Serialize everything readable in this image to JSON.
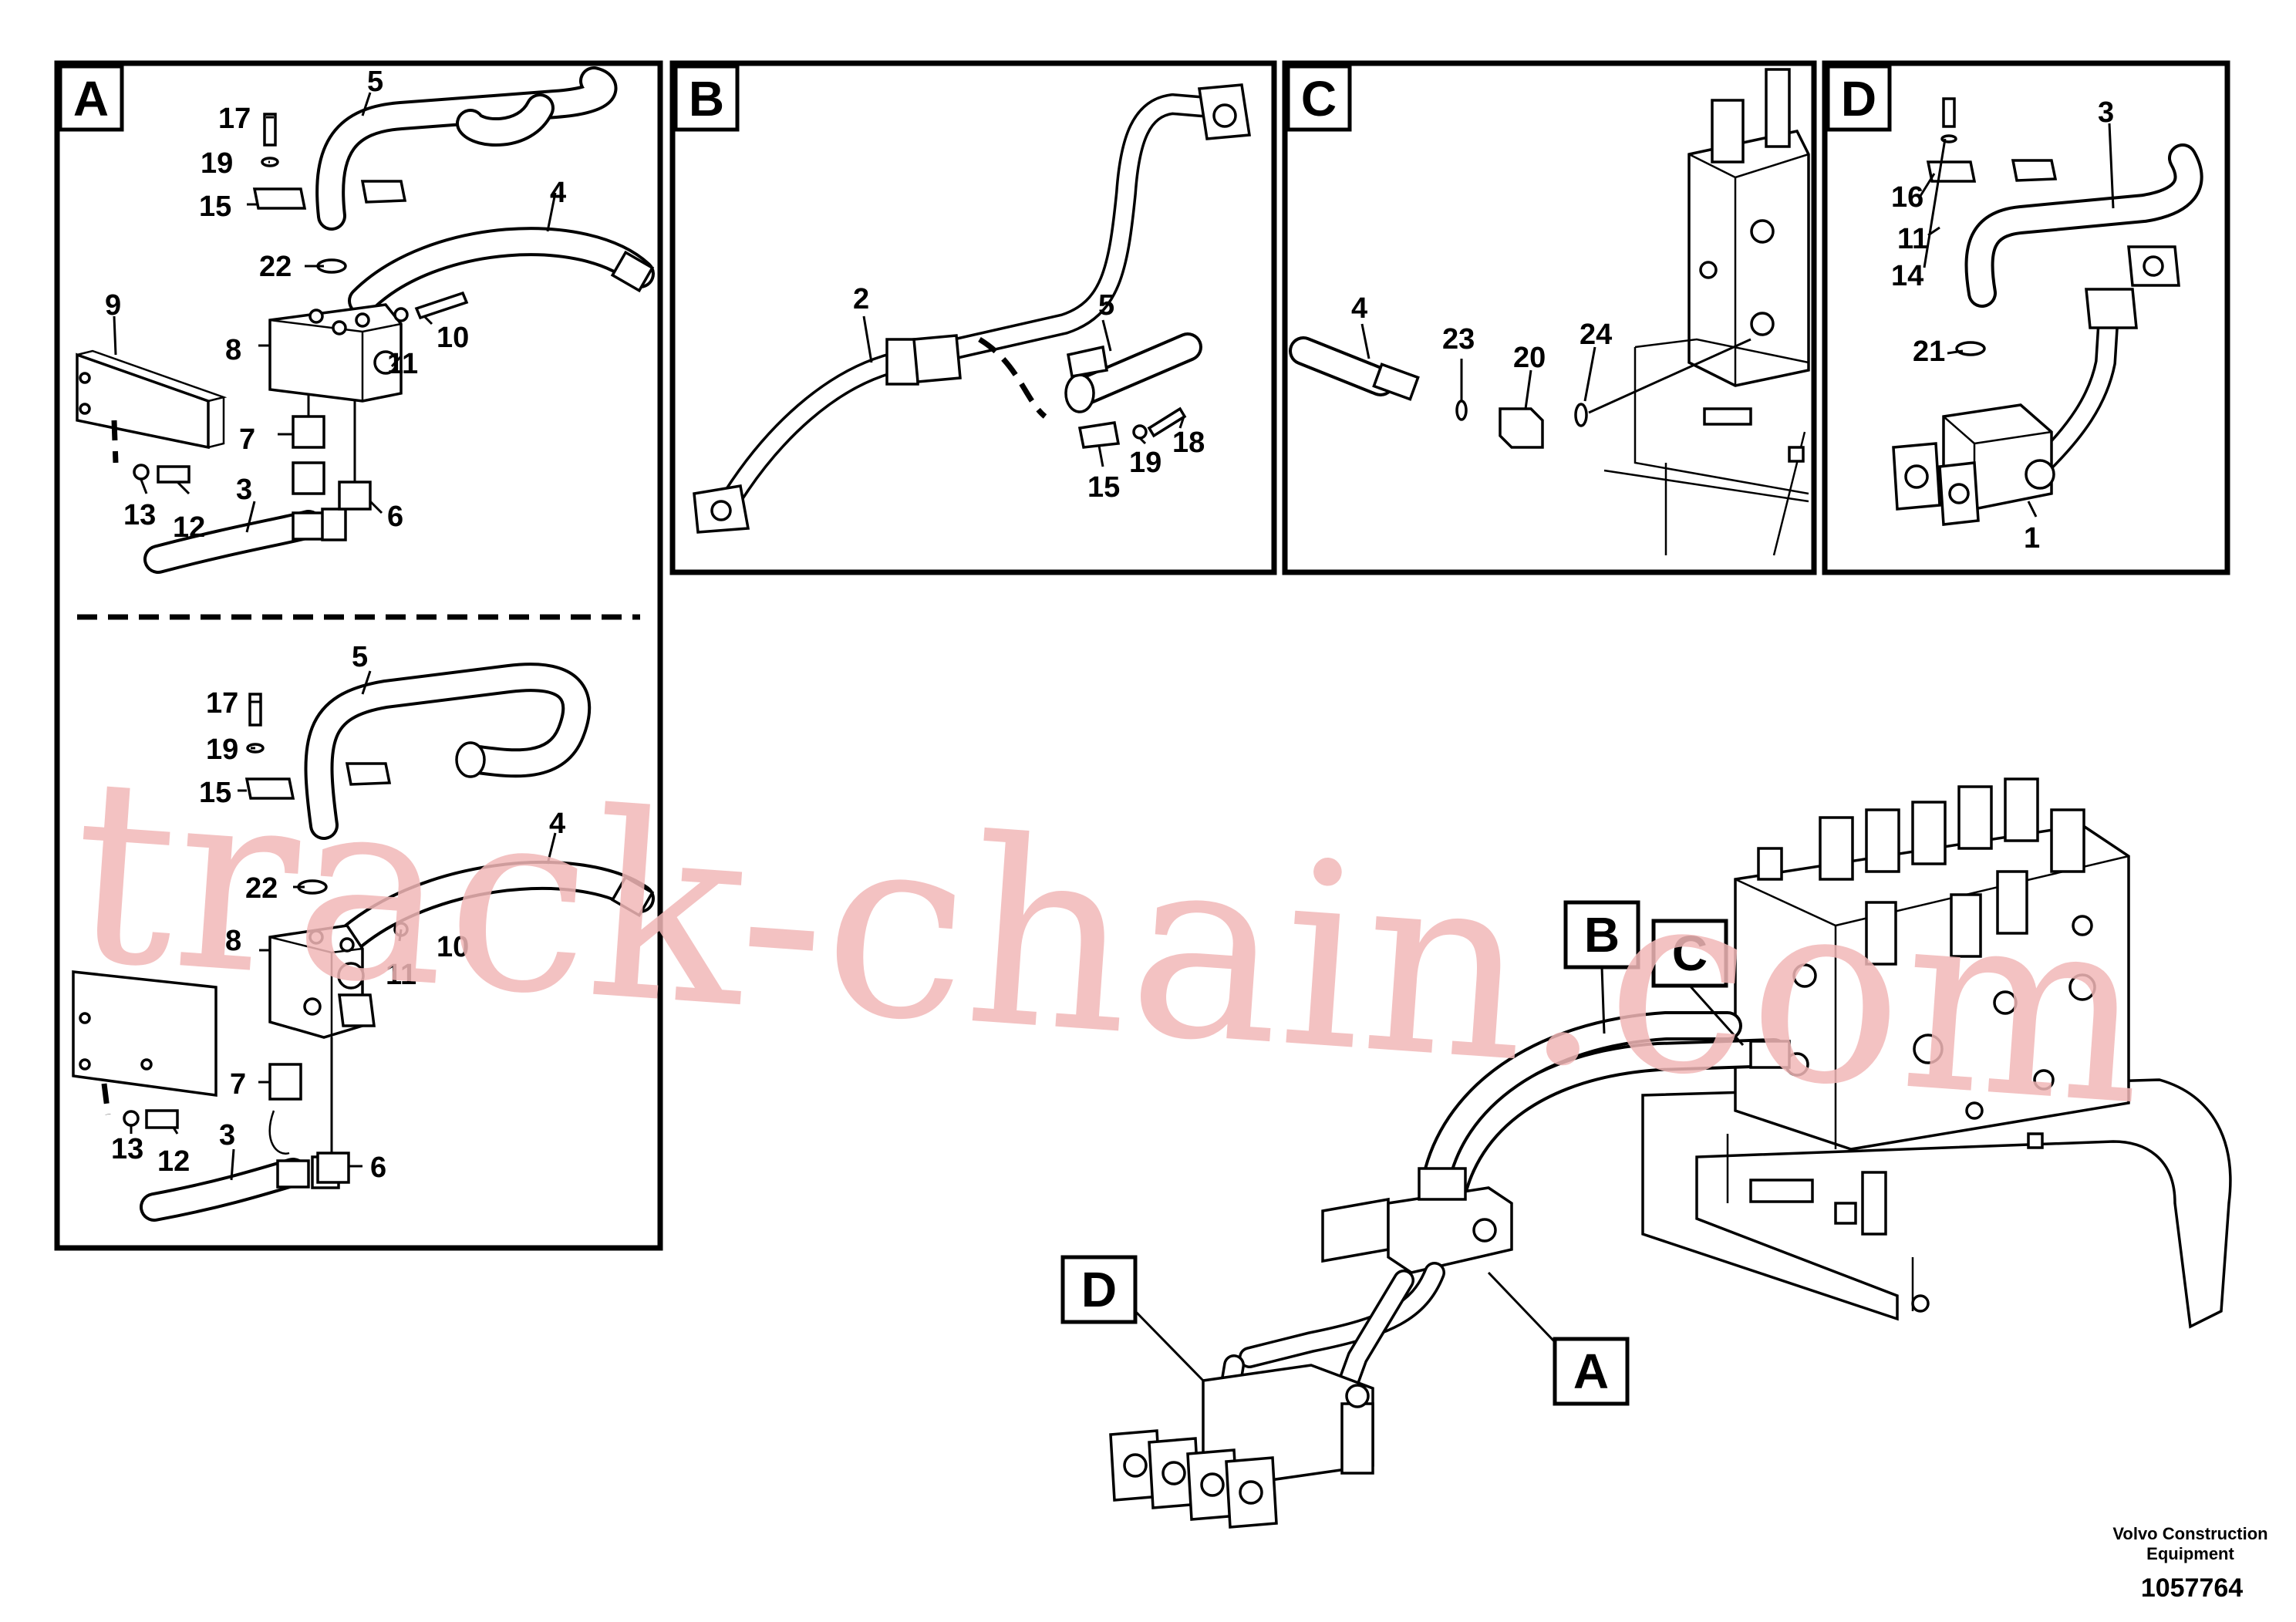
{
  "panels": {
    "A": {
      "tag": "A",
      "callouts_top": [
        "17",
        "19",
        "15",
        "5",
        "22",
        "4",
        "9",
        "8",
        "11",
        "10",
        "7",
        "3",
        "13",
        "12",
        "6"
      ],
      "callouts_bottom": [
        "5",
        "17",
        "19",
        "15",
        "4",
        "22",
        "8",
        "11",
        "10",
        "7",
        "3",
        "13",
        "12",
        "6"
      ]
    },
    "B": {
      "tag": "B",
      "callouts": [
        "2",
        "5",
        "18",
        "19",
        "15"
      ]
    },
    "C": {
      "tag": "C",
      "callouts": [
        "4",
        "23",
        "20",
        "24"
      ]
    },
    "D": {
      "tag": "D",
      "callouts": [
        "3",
        "16",
        "11",
        "14",
        "21",
        "1"
      ]
    }
  },
  "overview": {
    "tags": [
      "B",
      "C",
      "D",
      "A"
    ]
  },
  "watermark": "track-chain.com",
  "footer": {
    "brand_line1": "Volvo Construction",
    "brand_line2": "Equipment",
    "doc_number": "1057764"
  }
}
